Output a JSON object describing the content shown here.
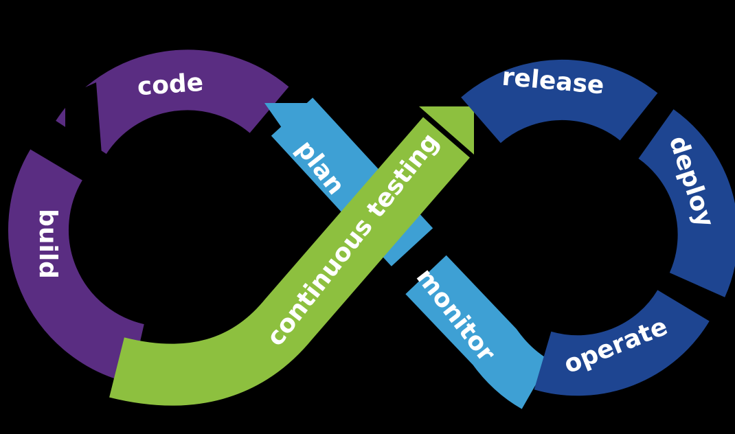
{
  "colors": {
    "background": "#000000",
    "purple": "#5a2d82",
    "green": "#8dc03f",
    "light_blue": "#3ea0d4",
    "dark_blue": "#1e4591"
  },
  "stages": {
    "code": "code",
    "build": "build",
    "continuous_testing": "continuous testing",
    "plan": "plan",
    "monitor": "monitor",
    "release": "release",
    "deploy": "deploy",
    "operate": "operate"
  }
}
